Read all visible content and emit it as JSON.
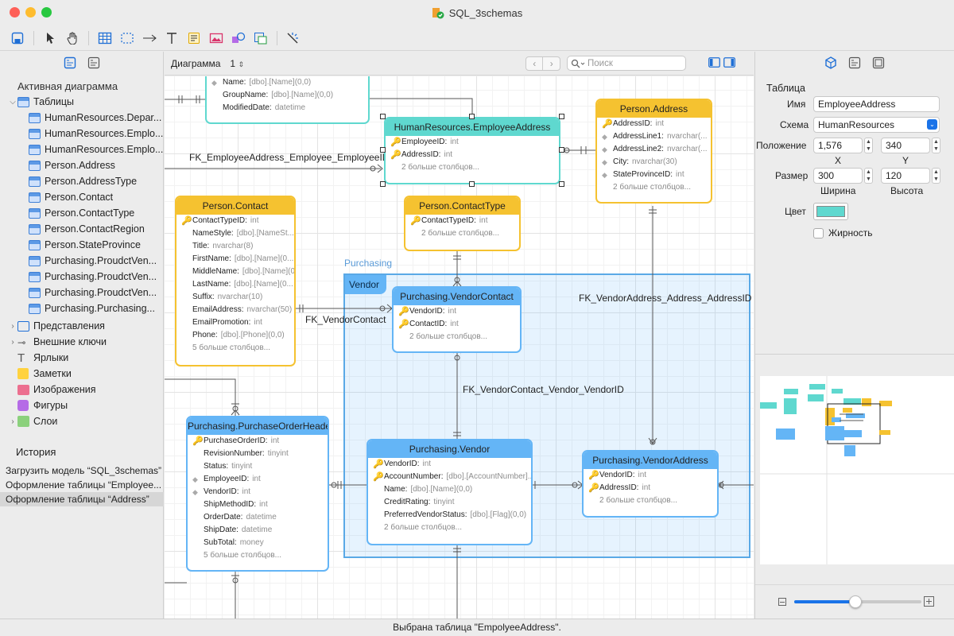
{
  "window": {
    "title": "SQL_3schemas"
  },
  "left": {
    "active_diagram_title": "Активная диаграмма",
    "tables_label": "Таблицы",
    "tables": [
      "HumanResources.Depar...",
      "HumanResources.Emplo...",
      "HumanResources.Emplo...",
      "Person.Address",
      "Person.AddressType",
      "Person.Contact",
      "Person.ContactType",
      "Person.ContactRegion",
      "Person.StateProvince",
      "Purchasing.ProudctVen...",
      "Purchasing.ProudctVen...",
      "Purchasing.ProudctVen...",
      "Purchasing.Purchasing..."
    ],
    "nodes": {
      "views": "Представления",
      "fks": "Внешние ключи",
      "labels": "Ярлыки",
      "notes": "Заметки",
      "images": "Изображения",
      "shapes": "Фигуры",
      "layers": "Слои"
    },
    "history_title": "История",
    "history": [
      "Загрузить модель “SQL_3schemas”",
      "Оформление таблицы “Employee...",
      "Оформление таблицы “Address”"
    ]
  },
  "canvasbar": {
    "diagram_label": "Диаграмма",
    "diagram_number": "1",
    "search_placeholder": "Поиск"
  },
  "diagram": {
    "group_label": "Purchasing",
    "group_tag": "Vendor",
    "fk_labels": [
      "FK_EmployeeAddress_Employee_EmployeeID",
      "FK_VendorContact",
      "FK_VendorAddress_Address_AddressID",
      "FK_VendorContact_Vendor_VendorID"
    ],
    "tables": {
      "t0": {
        "rows": [
          [
            "d",
            "Name:",
            "[dbo].[Name](0,0)"
          ],
          [
            "s",
            "GroupName:",
            "[dbo].[Name](0,0)"
          ],
          [
            "s",
            "ModifiedDate:",
            "datetime"
          ]
        ]
      },
      "t1": {
        "title": "HumanResources.EmployeeAddress",
        "rows": [
          [
            "k",
            "EmployeeID:",
            "int"
          ],
          [
            "k",
            "AddressID:",
            "int"
          ]
        ],
        "more": "2 больше столбцов..."
      },
      "t2": {
        "title": "Person.Address",
        "rows": [
          [
            "k",
            "AddressID:",
            "int"
          ],
          [
            "d",
            "AddressLine1:",
            "nvarchar(..."
          ],
          [
            "d",
            "AddressLine2:",
            "nvarchar(..."
          ],
          [
            "d",
            "City:",
            "nvarchar(30)"
          ],
          [
            "d",
            "StateProvinceID:",
            "int"
          ]
        ],
        "more": "2 больше столбцов..."
      },
      "t3": {
        "title": "Person.Contact",
        "rows": [
          [
            "k",
            "ContactTypeID:",
            "int"
          ],
          [
            "s",
            "NameStyle:",
            "[dbo].[NameSt..."
          ],
          [
            "s",
            "Title:",
            "nvarchar(8)"
          ],
          [
            "s",
            "FirstName:",
            "[dbo].[Name](0..."
          ],
          [
            "s",
            "MiddleName:",
            "[dbo].[Name](0..."
          ],
          [
            "s",
            "LastName:",
            "[dbo].[Name](0..."
          ],
          [
            "s",
            "Suffix:",
            "nvarchar(10)"
          ],
          [
            "s",
            "EmailAddress:",
            "nvarchar(50)"
          ],
          [
            "s",
            "EmailPromotion:",
            "int"
          ],
          [
            "s",
            "Phone:",
            "[dbo].[Phone](0,0)"
          ]
        ],
        "more": "5 больше столбцов..."
      },
      "t4": {
        "title": "Person.ContactType",
        "rows": [
          [
            "k",
            "ContactTypeID:",
            "int"
          ]
        ],
        "more": "2 больше столбцов..."
      },
      "t5": {
        "title": "Purchasing.VendorContact",
        "rows": [
          [
            "k",
            "VendorID:",
            "int"
          ],
          [
            "k",
            "ContactID:",
            "int"
          ]
        ],
        "more": "2 больше столбцов..."
      },
      "t6": {
        "title": "Purchasing.PurchaseOrderHeader",
        "rows": [
          [
            "k",
            "PurchaseOrderID:",
            "int"
          ],
          [
            "s",
            "RevisionNumber:",
            "tinyint"
          ],
          [
            "s",
            "Status:",
            "tinyint"
          ],
          [
            "d",
            "EmployeeID:",
            "int"
          ],
          [
            "d",
            "VendorID:",
            "int"
          ],
          [
            "s",
            "ShipMethodID:",
            "int"
          ],
          [
            "s",
            "OrderDate:",
            "datetime"
          ],
          [
            "s",
            "ShipDate:",
            "datetime"
          ],
          [
            "s",
            "SubTotal:",
            "money"
          ]
        ],
        "more": "5 больше столбцов..."
      },
      "t7": {
        "title": "Purchasing.Vendor",
        "rows": [
          [
            "k",
            "VendorID:",
            "int"
          ],
          [
            "k",
            "AccountNumber:",
            "[dbo].[AccountNumber]..."
          ],
          [
            "s",
            "Name:",
            "[dbo].[Name](0,0)"
          ],
          [
            "s",
            "CreditRating:",
            "tinyint"
          ],
          [
            "s",
            "PreferredVendorStatus:",
            "[dbo].[Flag](0,0)"
          ]
        ],
        "more": "2 больше столбцов..."
      },
      "t8": {
        "title": "Purchasing.VendorAddress",
        "rows": [
          [
            "k",
            "VendorID:",
            "int"
          ],
          [
            "k",
            "AddressID:",
            "int"
          ]
        ],
        "more": "2 больше столбцов..."
      }
    }
  },
  "inspector": {
    "section": "Таблица",
    "name_label": "Имя",
    "name_value": "EmployeeAddress",
    "schema_label": "Схема",
    "schema_value": "HumanResources",
    "position_label": "Положение",
    "pos_x": "1,576",
    "pos_y": "340",
    "x_label": "X",
    "y_label": "Y",
    "size_label": "Размер",
    "width": "300",
    "height": "120",
    "width_label": "Ширина",
    "height_label": "Высота",
    "color_label": "Цвет",
    "color_value": "#5fd8cf",
    "bold_label": "Жирность"
  },
  "status": "Выбрана таблица \"EmpolyeeAddress\".",
  "colors": {
    "yellow": "#f5c230",
    "teal": "#5fd8cf",
    "blue": "#64b5f6",
    "group": "#3c96dc",
    "accent": "#1a73e8"
  }
}
